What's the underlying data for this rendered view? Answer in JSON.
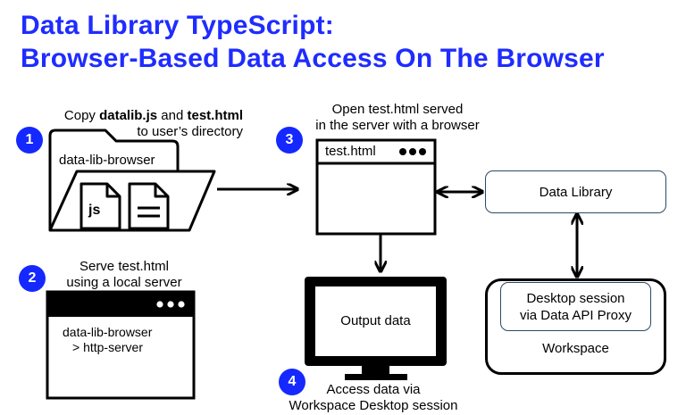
{
  "title": {
    "line1": "Data Library TypeScript:",
    "line2": "Browser-Based Data Access On The Browser"
  },
  "step1": {
    "badge": "1",
    "text_prefix": "Copy ",
    "text_bold1": "datalib.js",
    "text_mid": " and ",
    "text_bold2": "test.html",
    "text_line2": "to user’s directory",
    "folder_label": "data-lib-browser",
    "file1_label": "js"
  },
  "step2": {
    "badge": "2",
    "line1": "Serve test.html",
    "line2": "using a local server",
    "terminal_line1": "data-lib-browser",
    "terminal_line2": "> http-server"
  },
  "step3": {
    "badge": "3",
    "line1": "Open test.html served",
    "line2": "in the server with a browser",
    "window_title": "test.html"
  },
  "step4": {
    "badge": "4",
    "monitor_text": "Output data",
    "line1": "Access data via",
    "line2": "Workspace Desktop session"
  },
  "right": {
    "data_library": "Data Library",
    "desktop_line1": "Desktop session",
    "desktop_line2": "via Data API Proxy",
    "workspace": "Workspace"
  },
  "colors": {
    "title": "#1f2cff",
    "badge": "#1428ff",
    "box_border_blue": "#2a4a66"
  },
  "icons": [
    "folder-icon",
    "js-file-icon",
    "text-file-icon",
    "browser-window-icon",
    "terminal-window-icon",
    "monitor-icon"
  ]
}
